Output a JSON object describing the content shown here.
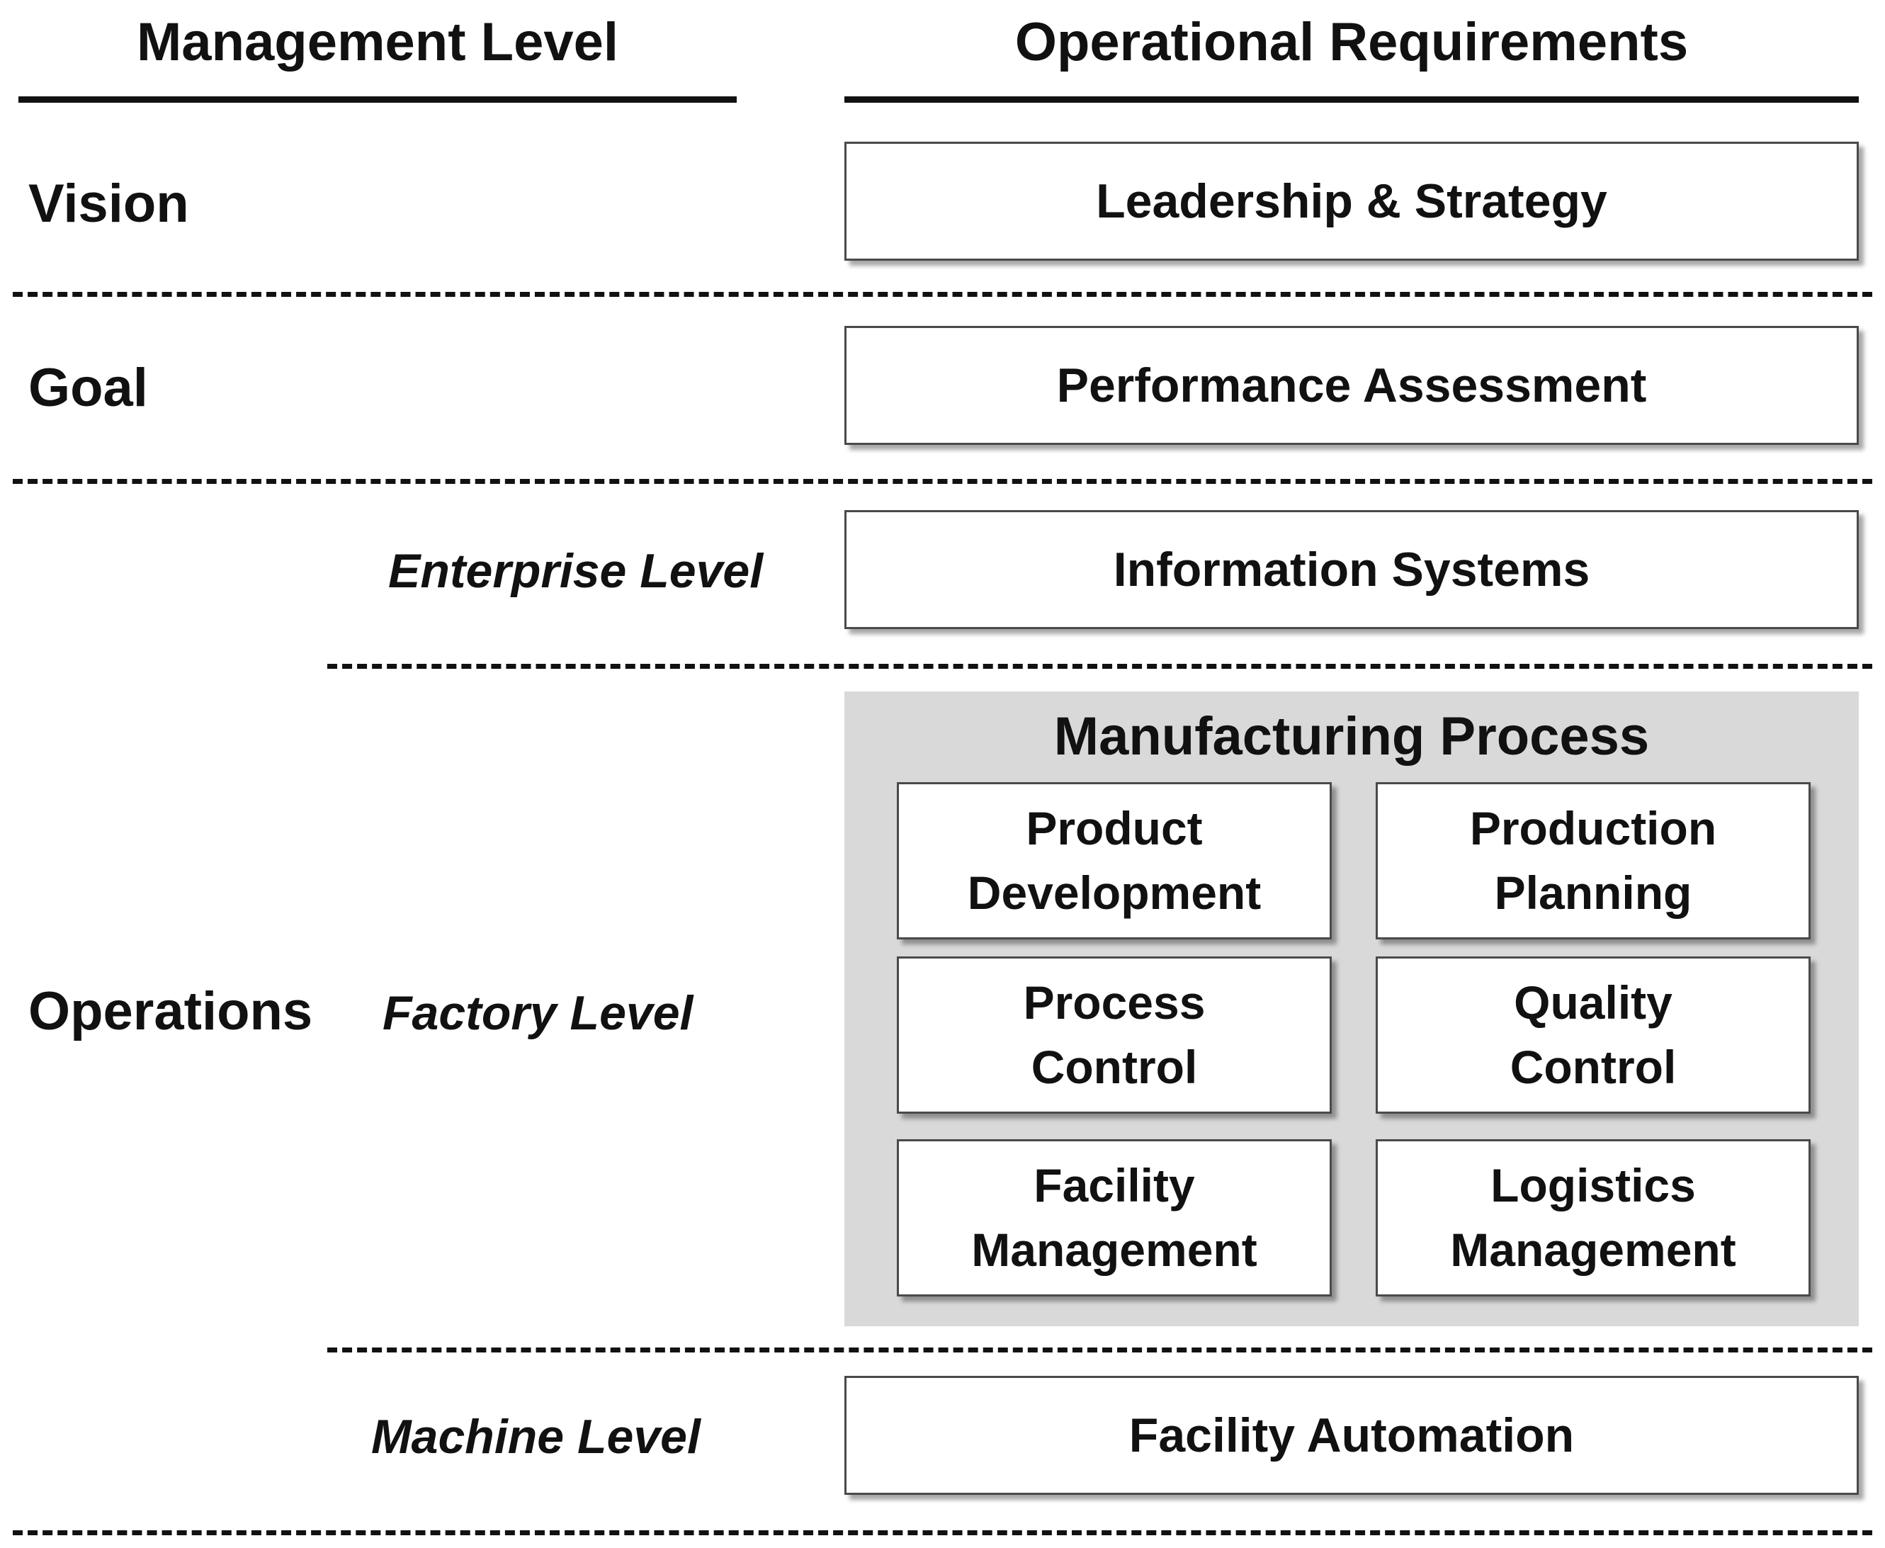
{
  "headers": {
    "left": "Management Level",
    "right": "Operational Requirements"
  },
  "levels": {
    "vision": "Vision",
    "goal": "Goal",
    "operations": "Operations"
  },
  "sublevels": {
    "enterprise": "Enterprise Level",
    "factory": "Factory Level",
    "machine": "Machine Level"
  },
  "requirements": {
    "leadership": "Leadership & Strategy",
    "performance": "Performance Assessment",
    "information": "Information Systems",
    "automation": "Facility Automation"
  },
  "manufacturing": {
    "title": "Manufacturing Process",
    "items": [
      {
        "line1": "Product",
        "line2": "Development"
      },
      {
        "line1": "Production",
        "line2": "Planning"
      },
      {
        "line1": "Process",
        "line2": "Control"
      },
      {
        "line1": "Quality",
        "line2": "Control"
      },
      {
        "line1": "Facility",
        "line2": "Management"
      },
      {
        "line1": "Logistics",
        "line2": "Management"
      }
    ]
  }
}
